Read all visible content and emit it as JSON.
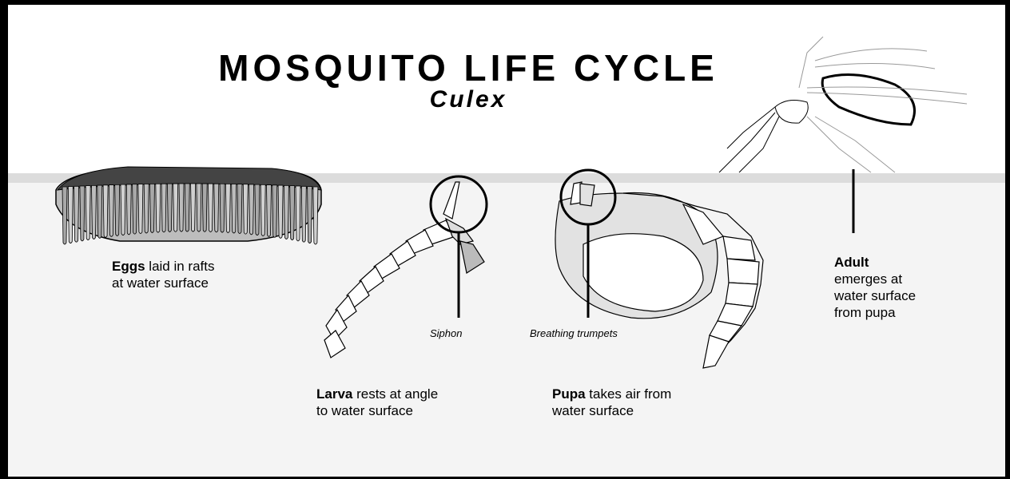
{
  "title": "MOSQUITO LIFE CYCLE",
  "subtitle": "Culex",
  "stages": {
    "eggs": {
      "bold": "Eggs",
      "line1": " laid in rafts",
      "line2": "at water surface"
    },
    "larva": {
      "bold": "Larva",
      "line1": " rests at angle",
      "line2": "to water surface"
    },
    "pupa": {
      "bold": "Pupa",
      "line1": " takes air from",
      "line2": "water surface"
    },
    "adult": {
      "bold": "Adult",
      "line2": "emerges at",
      "line3": "water surface",
      "line4": "from pupa"
    }
  },
  "labels": {
    "siphon": "Siphon",
    "trumpets": "Breathing trumpets"
  },
  "colors": {
    "frame": "#000000",
    "water": "#f4f4f4",
    "surface": "#dcdcdc",
    "ink": "#000000"
  }
}
